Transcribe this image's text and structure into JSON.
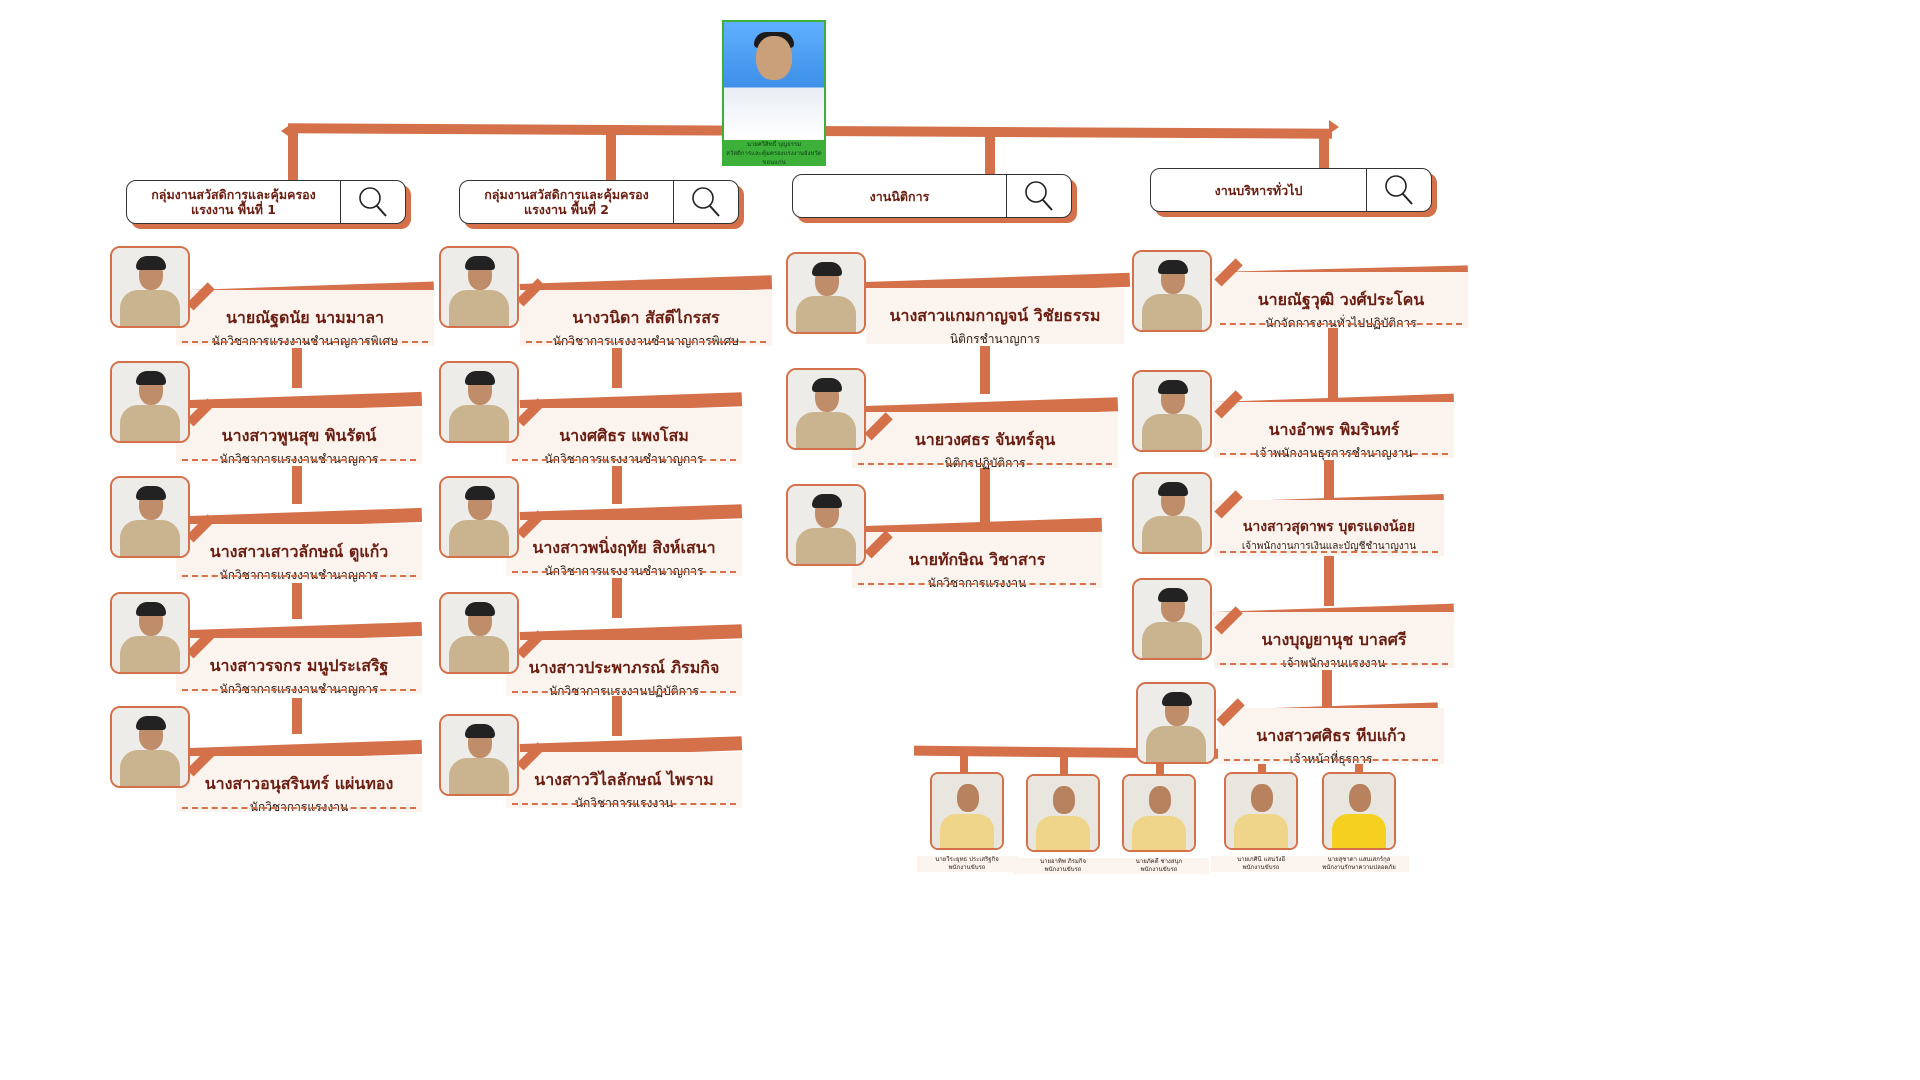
{
  "head": {
    "caption_name": "นายศวิสิทธิ์ บุญธรรม",
    "caption_title": "สวัสดิการและคุ้มครองแรงงานจังหวัดขอนแก่น"
  },
  "sections": [
    {
      "label": "กลุ่มงานสวัสดิการและคุ้มครองแรงงาน พื้นที่ 1",
      "icon": "search-icon"
    },
    {
      "label": "กลุ่มงานสวัสดิการและคุ้มครองแรงงาน พื้นที่ 2",
      "icon": "search-icon"
    },
    {
      "label": "งานนิติการ",
      "icon": "search-icon"
    },
    {
      "label": "งานบริหารทั่วไป",
      "icon": "search-icon"
    }
  ],
  "col1": [
    {
      "name": "นายณัฐดนัย นามมาลา",
      "position": "นักวิชาการแรงงานชำนาญการพิเศษ"
    },
    {
      "name": "นางสาวพูนสุข พินรัตน์",
      "position": "นักวิชาการแรงงานชำนาญการ"
    },
    {
      "name": "นางสาวเสาวลักษณ์ ตูแก้ว",
      "position": "นักวิชาการแรงงานชำนาญการ"
    },
    {
      "name": "นางสาวรจกร มนูประเสริฐ",
      "position": "นักวิชาการแรงงานชำนาญการ"
    },
    {
      "name": "นางสาวอนุสรินทร์ แผ่นทอง",
      "position": "นักวิชาการแรงงาน"
    }
  ],
  "col2": [
    {
      "name": "นางวนิดา สัสดีไกรสร",
      "position": "นักวิชาการแรงงานชำนาญการพิเศษ"
    },
    {
      "name": "นางศศิธร แพงโสม",
      "position": "นักวิชาการแรงงานชำนาญการ"
    },
    {
      "name": "นางสาวพนิ่งฤทัย สิงห์เสนา",
      "position": "นักวิชาการแรงงานชำนาญการ"
    },
    {
      "name": "นางสาวประพาภรณ์ ภิรมกิจ",
      "position": "นักวิชาการแรงงานปฏิบัติการ"
    },
    {
      "name": "นางสาววิไลลักษณ์ ไพราม",
      "position": "นักวิชาการแรงงาน"
    }
  ],
  "col3": [
    {
      "name": "นางสาวแกมกาญจน์ วิชัยธรรม",
      "position": "นิติกรชำนาญการ"
    },
    {
      "name": "นายวงศธร จันทร์ลุน",
      "position": "นิติกรปฏิบัติการ"
    },
    {
      "name": "นายทักษิณ วิชาสาร",
      "position": "นักวิชาการแรงงาน"
    }
  ],
  "col4": [
    {
      "name": "นายณัฐวุฒิ วงศ์ประโคน",
      "position": "นักจัดการงานทั่วไปปฏิบัติการ"
    },
    {
      "name": "นางอำพร พิมรินทร์",
      "position": "เจ้าพนักงานธุรการชำนาญงาน"
    },
    {
      "name": "นางสาวสุดาพร บุตรแดงน้อย",
      "position": "เจ้าพนักงานการเงินและบัญชีชำนาญงาน"
    },
    {
      "name": "นางบุญยานุช บาลศรี",
      "position": "เจ้าพนักงานแรงงาน"
    },
    {
      "name": "นางสาวศศิธร หีบแก้ว",
      "position": "เจ้าหน้าที่ธุรการ"
    }
  ],
  "bottom": [
    {
      "name": "นายวีระยุทธ ประเสริฐกิจ",
      "position": "พนักงานขับรถ",
      "shirt": "#efd58a"
    },
    {
      "name": "นายอาทิพ ภิรมกิจ",
      "position": "พนักงานขับรถ",
      "shirt": "#efd58a"
    },
    {
      "name": "นายภัคดี ช่างสนุก",
      "position": "พนักงานขับรถ",
      "shirt": "#efd58a"
    },
    {
      "name": "นายเกศินี แสนวังอี",
      "position": "พนักงานขับรถ",
      "shirt": "#efd58a"
    },
    {
      "name": "นายสุชาดา แสนเสกร์กุล",
      "position": "พนักงานรักษาความปลอดภัย",
      "shirt": "#f5d020"
    }
  ],
  "colors": {
    "accent": "#d4714a",
    "name_text": "#6a1e12",
    "head_frame": "#3db03a"
  }
}
